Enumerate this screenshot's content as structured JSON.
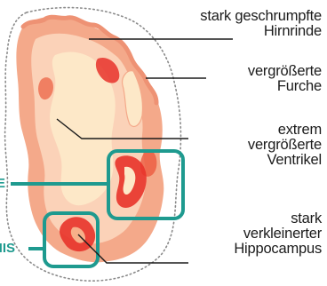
{
  "labels": {
    "cortex": [
      "stark geschrumpfte",
      "Hirnrinde"
    ],
    "furrow": [
      "vergrößerte",
      "Furche"
    ],
    "ventricle": [
      "extrem",
      "vergrößerte",
      "Ventrikel"
    ],
    "hippocampus": [
      "stark",
      "verkleinerter",
      "Hippocampus"
    ]
  },
  "edge_tags": {
    "upper": "E",
    "lower": "NIS"
  },
  "colors": {
    "tissue_outer": "#f4a98a",
    "tissue_light": "#fbd2b8",
    "tissue_cream": "#fde8c8",
    "tissue_red": "#e8332a",
    "outline_dots": "#8a8a8a",
    "highlight_box": "#1e9a8f",
    "leader_line": "#1b1b1b"
  }
}
